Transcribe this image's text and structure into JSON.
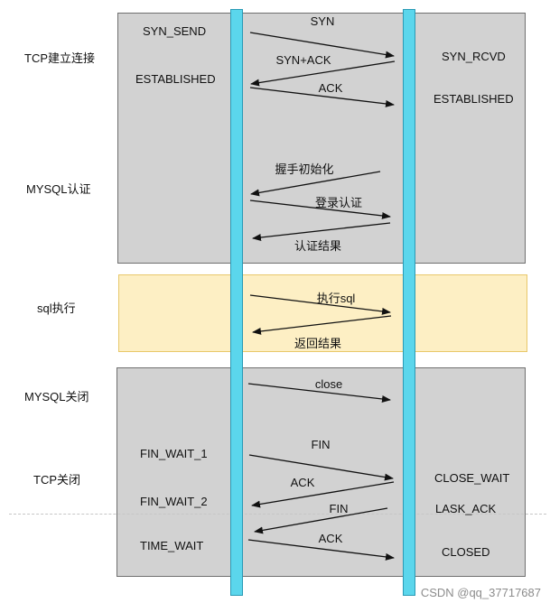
{
  "phases": {
    "tcp_open": "TCP建立连接",
    "mysql_auth": "MYSQL认证",
    "sql_exec": "sql执行",
    "mysql_close": "MYSQL关闭",
    "tcp_close": "TCP关闭"
  },
  "client_states": {
    "syn_send": "SYN_SEND",
    "established": "ESTABLISHED",
    "fin_wait_1": "FIN_WAIT_1",
    "fin_wait_2": "FIN_WAIT_2",
    "time_wait": "TIME_WAIT"
  },
  "server_states": {
    "syn_rcvd": "SYN_RCVD",
    "established": "ESTABLISHED",
    "close_wait": "CLOSE_WAIT",
    "last_ack": "LASK_ACK",
    "closed": "CLOSED"
  },
  "messages": {
    "syn": "SYN",
    "syn_ack": "SYN+ACK",
    "ack1": "ACK",
    "handshake_init": "握手初始化",
    "login_auth": "登录认证",
    "auth_result": "认证结果",
    "exec_sql": "执行sql",
    "return_result": "返回结果",
    "close": "close",
    "fin1": "FIN",
    "ack2": "ACK",
    "fin2": "FIN",
    "ack3": "ACK"
  },
  "watermark": "CSDN @qq_37717687",
  "colors": {
    "panel_gray": "#d2d2d2",
    "panel_yellow": "#fdefc4",
    "lifeline": "#5bd6ec",
    "arrow": "#111111"
  }
}
